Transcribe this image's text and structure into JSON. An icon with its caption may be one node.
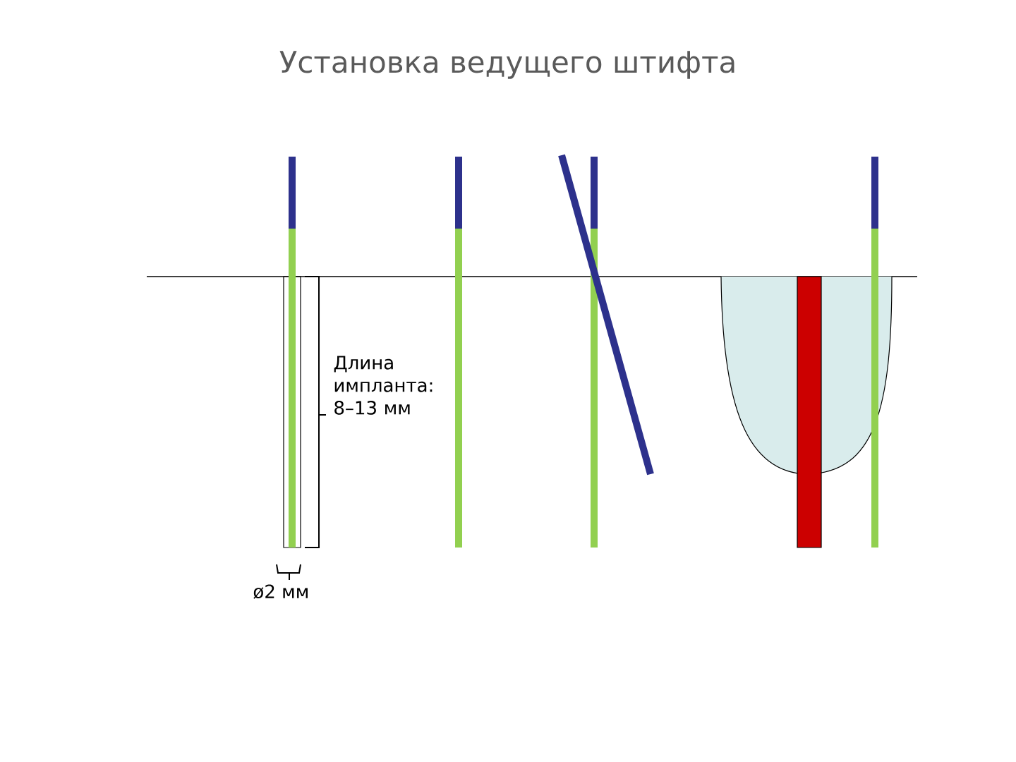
{
  "diagram": {
    "title": "Установка ведущего штифта",
    "labels": [
      "Длина импланта: 8–13 мм",
      "ø2 мм"
    ]
  }
}
